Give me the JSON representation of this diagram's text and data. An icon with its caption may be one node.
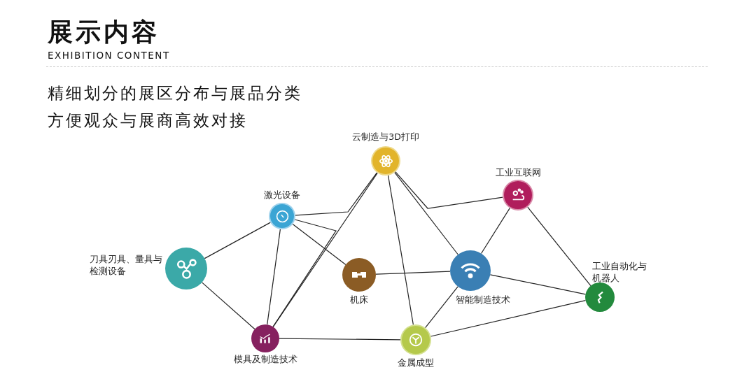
{
  "diagram": {
    "title": "展示内容",
    "nodes": [
      {
        "text": [
          "云制造与3D打印"
        ]
      },
      {
        "text": [
          "工业互联网"
        ]
      },
      {
        "text": [
          "激光设备"
        ]
      },
      {
        "text": [
          "刀具刃具、量具与检测设备"
        ]
      },
      {
        "text": [
          "机床"
        ]
      },
      {
        "text": [
          "智能制造技术"
        ]
      },
      {
        "text": [
          "工业自动化与机器人"
        ]
      },
      {
        "text": [
          "模具及制造技术"
        ]
      },
      {
        "text": [
          "金属成型"
        ]
      }
    ],
    "edges": [
      {
        "from": 0,
        "to": 7,
        "arrow": "none"
      },
      {
        "from": 0,
        "to": 5,
        "arrow": "none"
      },
      {
        "from": 0,
        "to": 8,
        "arrow": "none"
      },
      {
        "from": 2,
        "to": 0,
        "arrow": "none"
      },
      {
        "from": 2,
        "to": 7,
        "arrow": "none"
      },
      {
        "from": 2,
        "to": 3,
        "arrow": "none"
      },
      {
        "from": 2,
        "to": 4,
        "arrow": "none"
      },
      {
        "from": 2,
        "to": 7,
        "arrow": "none"
      },
      {
        "from": 3,
        "to": 7,
        "arrow": "none"
      },
      {
        "from": 4,
        "to": 5,
        "arrow": "none"
      },
      {
        "from": 1,
        "to": 0,
        "arrow": "none"
      },
      {
        "from": 1,
        "to": 5,
        "arrow": "none"
      },
      {
        "from": 1,
        "to": 6,
        "arrow": "none"
      },
      {
        "from": 5,
        "to": 6,
        "arrow": "none"
      },
      {
        "from": 5,
        "to": 8,
        "arrow": "none"
      },
      {
        "from": 7,
        "to": 8,
        "arrow": "none"
      },
      {
        "from": 8,
        "to": 6,
        "arrow": "none"
      }
    ],
    "labels": [
      "EXHIBITION CONTENT",
      "精细划分的展区分布与展品分类",
      "方便观众与展商高效对接"
    ]
  }
}
